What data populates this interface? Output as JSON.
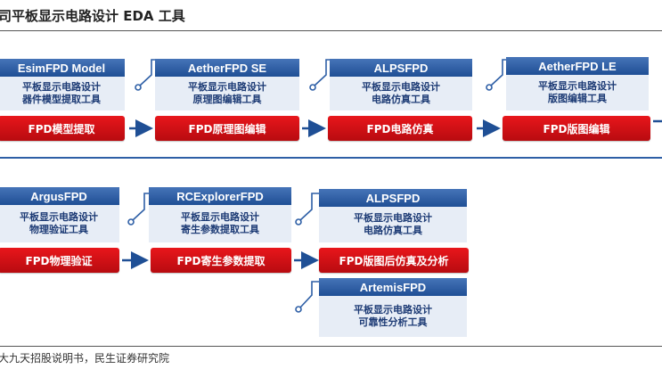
{
  "title": "司平板显示电路设计 EDA 工具",
  "footer": "大九天招股说明书，民生证券研究院",
  "row1": {
    "cards": [
      {
        "name": "EsimFPD Model",
        "line1": "平板显示电路设计",
        "line2": "器件模型提取工具"
      },
      {
        "name": "AetherFPD SE",
        "line1": "平板显示电路设计",
        "line2": "原理图编辑工具"
      },
      {
        "name": "ALPSFPD",
        "line1": "平板显示电路设计",
        "line2": "电路仿真工具"
      },
      {
        "name": "AetherFPD LE",
        "line1": "平板显示电路设计",
        "line2": "版图编辑工具"
      }
    ],
    "stages": [
      "FPD模型提取",
      "FPD原理图编辑",
      "FPD电路仿真",
      "FPD版图编辑"
    ]
  },
  "row2": {
    "cards": [
      {
        "name": "ArgusFPD",
        "line1": "平板显示电路设计",
        "line2": "物理验证工具"
      },
      {
        "name": "RCExplorerFPD",
        "line1": "平板显示电路设计",
        "line2": "寄生参数提取工具"
      },
      {
        "name": "ALPSFPD",
        "line1": "平板显示电路设计",
        "line2": "电路仿真工具"
      },
      {
        "name": "ArtemisFPD",
        "line1": "平板显示电路设计",
        "line2": "可靠性分析工具"
      }
    ],
    "stages": [
      "FPD物理验证",
      "FPD寄生参数提取",
      "FPD版图后仿真及分析"
    ]
  },
  "colors": {
    "card_header": "#2a5aa3",
    "card_body": "#e7edf6",
    "stage_bar": "#d71218",
    "arrow": "#1f4f95",
    "separator": "#2e5fa6"
  }
}
